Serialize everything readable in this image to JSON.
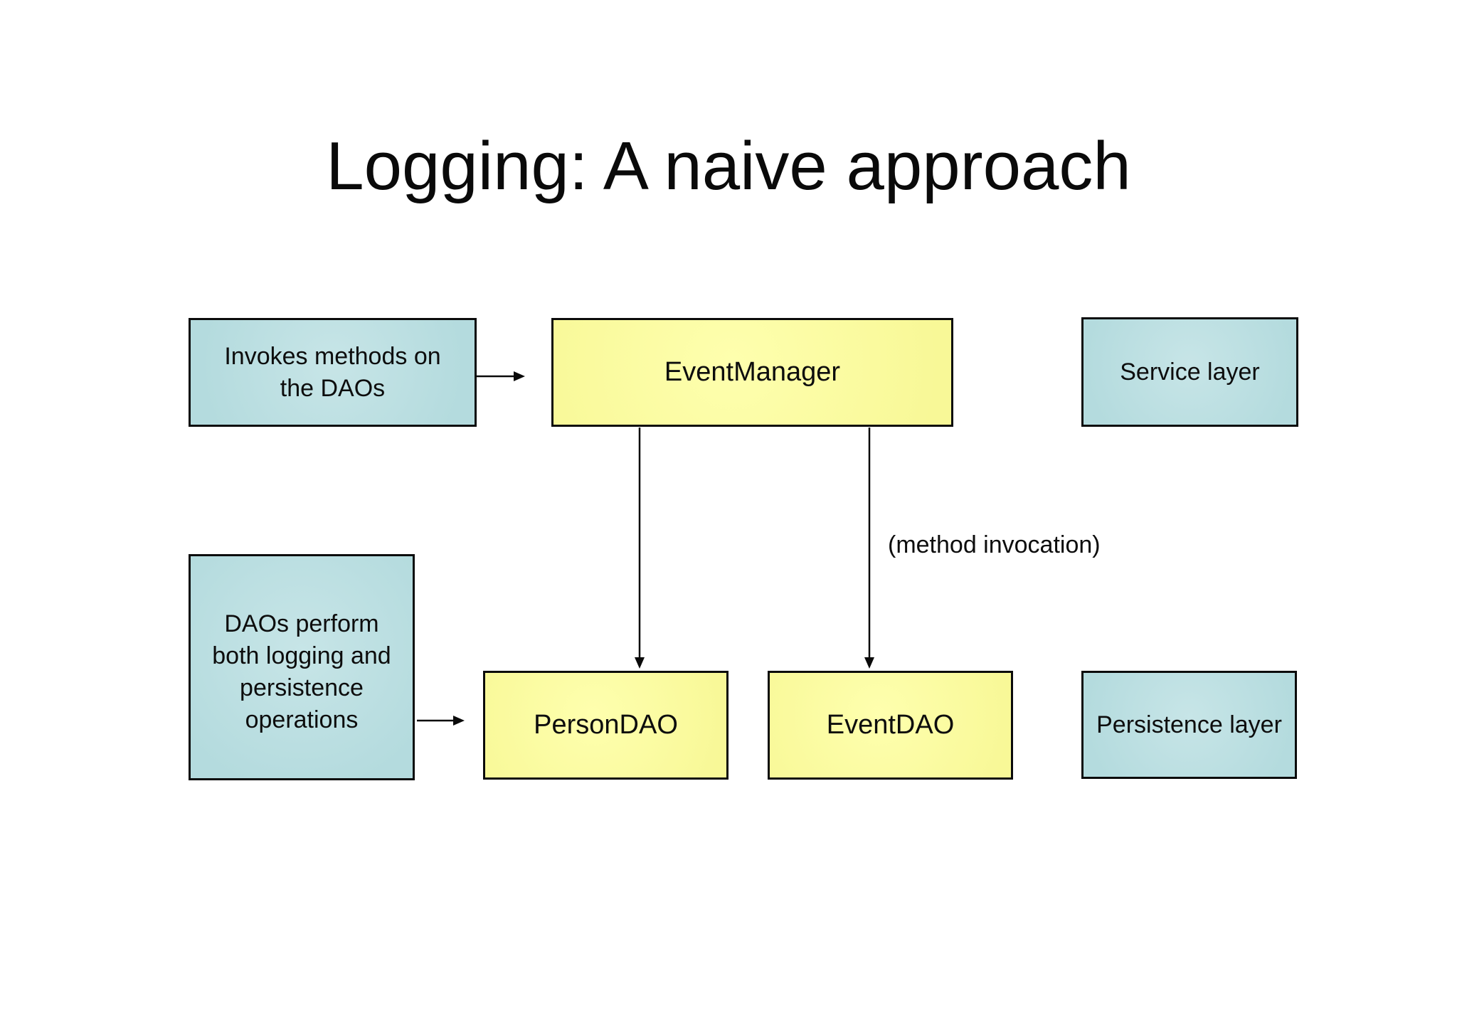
{
  "slide": {
    "title": "Logging: A naive approach"
  },
  "colors": {
    "note_fill": "#b8dde0",
    "component_fill": "#fbfb9e",
    "border": "#0b0b0b",
    "text": "#0d0d0d",
    "background": "#ffffff"
  },
  "boxes": {
    "invokes_note": {
      "label": "Invokes methods on\nthe DAOs"
    },
    "event_manager": {
      "label": "EventManager"
    },
    "service_layer": {
      "label": "Service layer"
    },
    "daos_note": {
      "label": "DAOs perform\nboth logging and\npersistence\noperations"
    },
    "person_dao": {
      "label": "PersonDAO"
    },
    "event_dao": {
      "label": "EventDAO"
    },
    "persistence_layer": {
      "label": "Persistence layer"
    }
  },
  "annotations": {
    "method_invocation": "(method invocation)"
  }
}
